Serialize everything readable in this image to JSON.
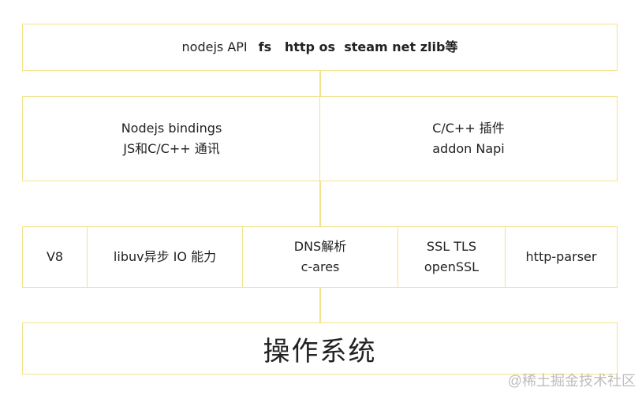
{
  "api": {
    "prefix": "nodejs API",
    "modules": "fs   http os  steam net zlib等"
  },
  "bindings": {
    "line1": "Nodejs bindings",
    "line2": "JS和C/C++ 通讯"
  },
  "addons": {
    "line1": "C/C++ 插件",
    "line2": "addon  Napi"
  },
  "deps": [
    {
      "line1": "V8",
      "line2": ""
    },
    {
      "line1": "libuv异步 IO 能力",
      "line2": ""
    },
    {
      "line1": "DNS解析",
      "line2": "c-ares"
    },
    {
      "line1": "SSL TLS",
      "line2": "openSSL"
    },
    {
      "line1": "http-parser",
      "line2": ""
    }
  ],
  "os": {
    "label": "操作系统"
  },
  "watermark": "@稀土掘金技术社区",
  "colors": {
    "border": "#f3e28a"
  }
}
